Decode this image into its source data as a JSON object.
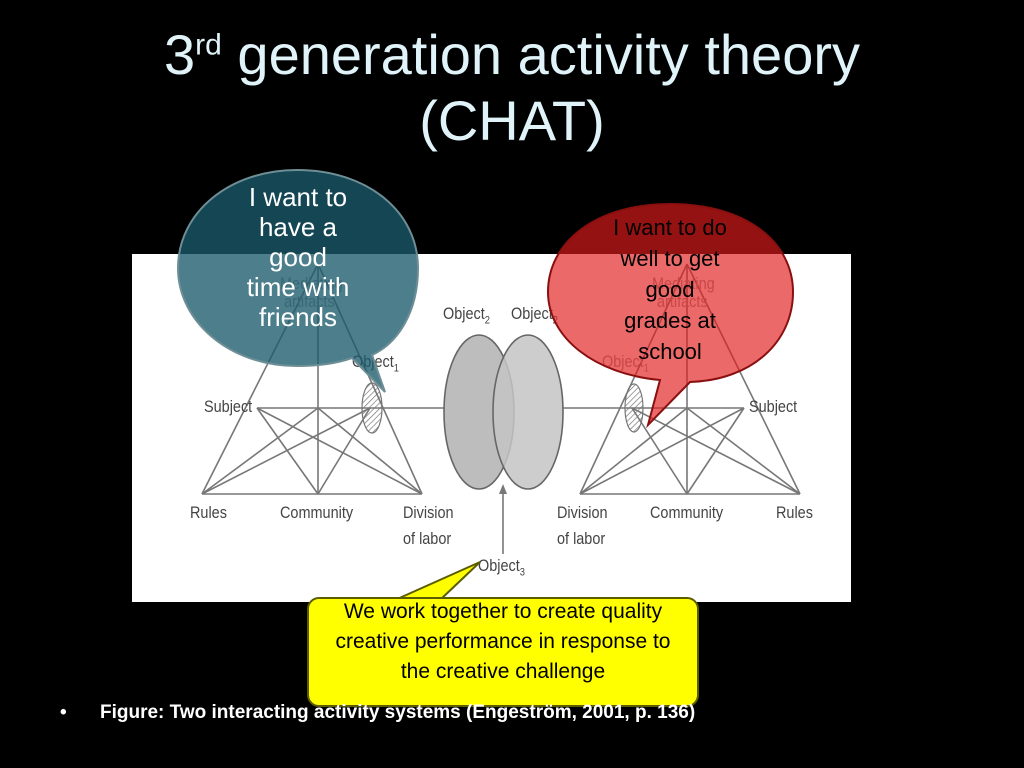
{
  "title": {
    "line1_prefix": "3",
    "line1_sup": "rd",
    "line1_rest": " generation activity theory",
    "line2": "(CHAT)"
  },
  "diagram": {
    "left": {
      "mediating": "Mediating",
      "artifacts": "artifacts",
      "object1": "Object",
      "object1_sub": "1",
      "object2": "Object",
      "object2_sub": "2",
      "subject": "Subject",
      "rules": "Rules",
      "community": "Community",
      "division1": "Division",
      "division2": "of labor"
    },
    "right": {
      "mediating": "Mediating",
      "artifacts": "artifacts",
      "object1": "Object",
      "object1_sub": "1",
      "object2": "Object",
      "object2_sub": "2",
      "subject": "Subject",
      "rules": "Rules",
      "community": "Community",
      "division1": "Division",
      "division2": "of labor"
    },
    "object3": "Object",
    "object3_sub": "3"
  },
  "bubbles": {
    "left": [
      "I want to",
      "have a",
      "good",
      "time with",
      "friends"
    ],
    "right": [
      "I want to do",
      "well to get",
      "good",
      "grades at",
      "school"
    ],
    "bottom": "We work together to create quality creative performance in response to the creative challenge"
  },
  "caption": {
    "bullet": "•",
    "text": "Figure: Two interacting activity systems (Engeström, 2001, p. 136)"
  },
  "colors": {
    "title": "#dff3f9",
    "bubble_left": "#1b5a6a",
    "bubble_right": "#c00000",
    "callout": "#ffff00"
  }
}
